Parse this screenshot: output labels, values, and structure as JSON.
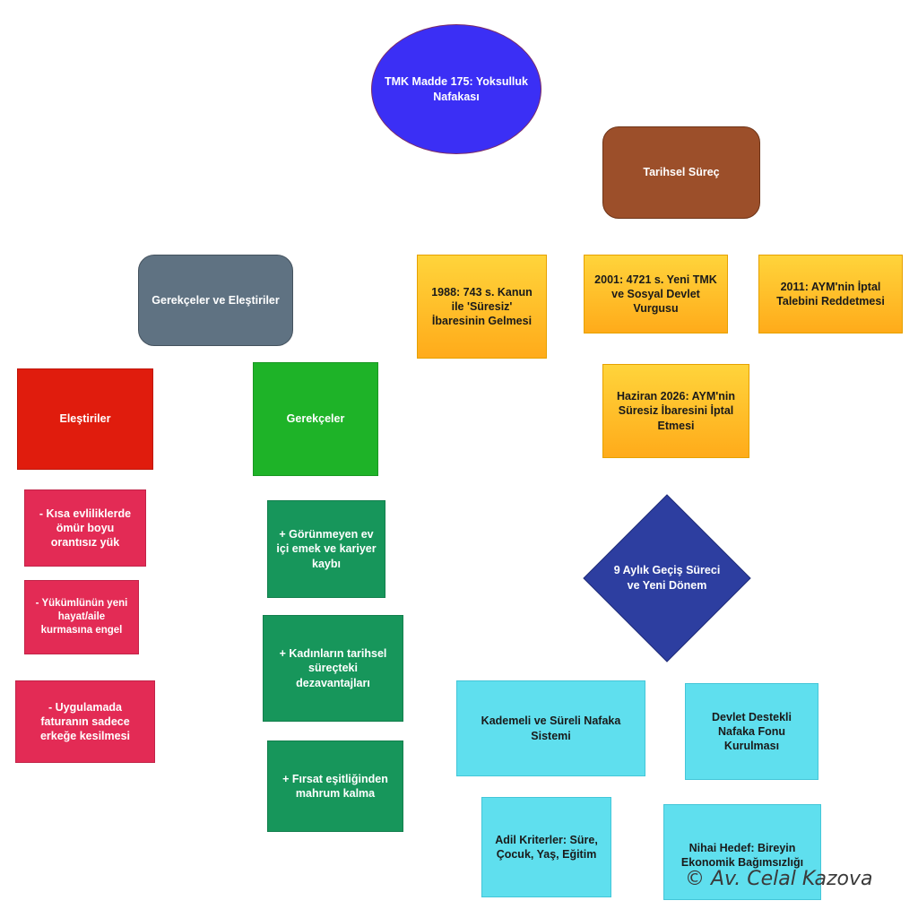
{
  "colors": {
    "root": "#3b2ff5",
    "history": "#9c4f2a",
    "grounds_header": "#5f7282",
    "criticisms": "#e01c0d",
    "grounds": "#1eb328",
    "criticism_items": "#e32b55",
    "ground_items": "#17965b",
    "transition": "#2d3ea0",
    "yellow_nodes": "#ffc533",
    "cyan_nodes": "#5fdfee"
  },
  "root": {
    "label": "TMK Madde 175: Yoksulluk Nafakası"
  },
  "history": {
    "label": "Tarihsel Süreç",
    "events": [
      {
        "label": "1988: 743 s. Kanun ile 'Süresiz' İbaresinin Gelmesi"
      },
      {
        "label": "2001: 4721 s. Yeni TMK ve Sosyal Devlet Vurgusu"
      },
      {
        "label": "2011: AYM'nin İptal Talebini Reddetmesi"
      },
      {
        "label": "Haziran 2026: AYM'nin Süresiz İbaresini İptal Etmesi"
      }
    ]
  },
  "grounds_and_criticisms": {
    "label": "Gerekçeler ve Eleştiriler"
  },
  "criticisms": {
    "label": "Eleştiriler",
    "items": [
      {
        "label": "- Kısa evliliklerde ömür boyu orantısız yük"
      },
      {
        "label": "- Yükümlünün yeni hayat/aile kurmasına engel"
      },
      {
        "label": "- Uygulamada faturanın sadece erkeğe kesilmesi"
      }
    ]
  },
  "grounds": {
    "label": "Gerekçeler",
    "items": [
      {
        "label": "+ Görünmeyen ev içi emek ve kariyer kaybı"
      },
      {
        "label": "+ Kadınların tarihsel süreçteki dezavantajları"
      },
      {
        "label": "+ Fırsat eşitliğinden mahrum kalma"
      }
    ]
  },
  "transition": {
    "label": "9 Aylık Geçiş Süreci ve Yeni Dönem",
    "items": [
      {
        "label": "Kademeli ve Süreli Nafaka Sistemi"
      },
      {
        "label": "Devlet Destekli Nafaka Fonu Kurulması"
      },
      {
        "label": "Adil Kriterler: Süre, Çocuk, Yaş, Eğitim"
      },
      {
        "label": "Nihai Hedef: Bireyin Ekonomik Bağımsızlığı"
      }
    ]
  },
  "copyright": "© Av. Celal Kazova"
}
